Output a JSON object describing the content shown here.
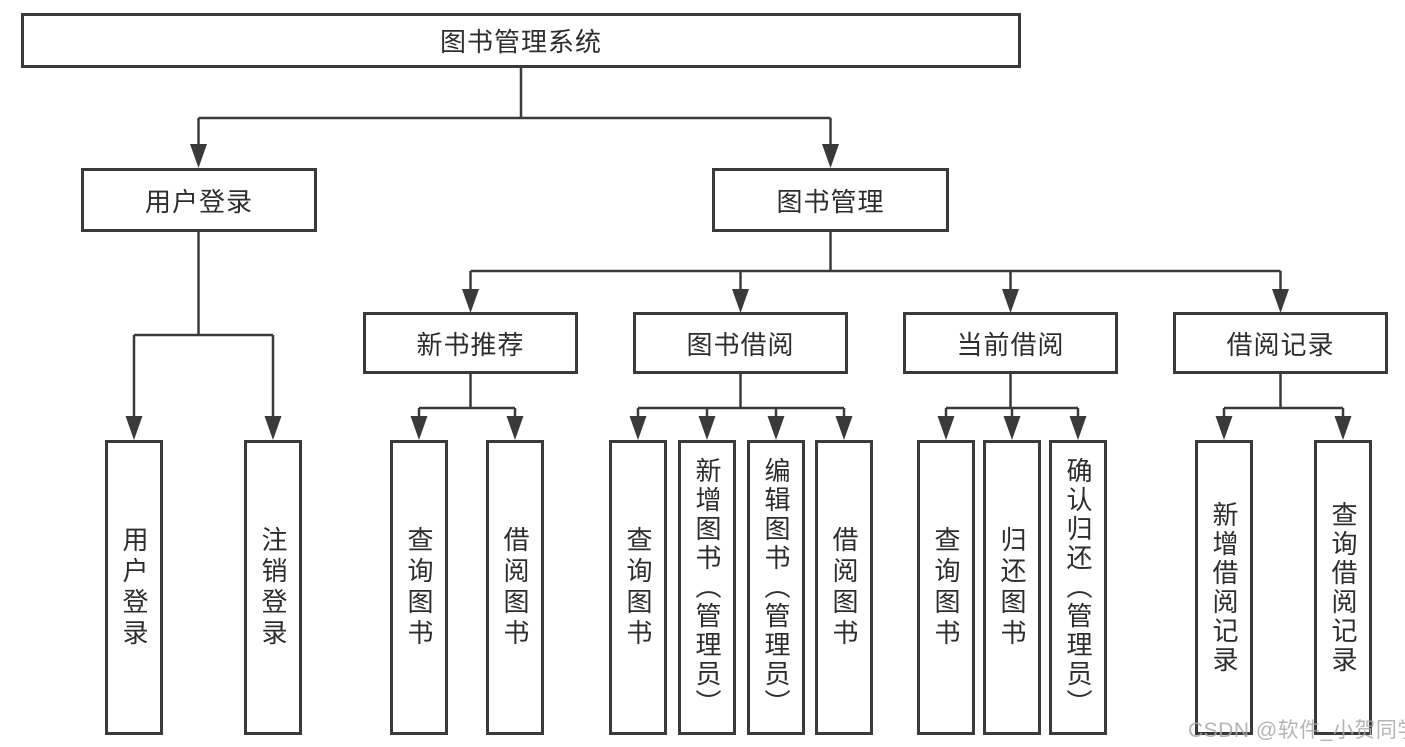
{
  "colors": {
    "line": "#3a3a3a",
    "text": "#2d2d2d",
    "box_background": "#ffffff",
    "page_background": "#ffffff",
    "watermark": "#a8a8a8"
  },
  "tree": {
    "root": {
      "label": "图书管理系统",
      "children": [
        {
          "label": "用户登录",
          "children": [
            {
              "label": "用户登录"
            },
            {
              "label": "注销登录"
            }
          ]
        },
        {
          "label": "图书管理",
          "children": [
            {
              "label": "新书推荐",
              "children": [
                {
                  "label": "查询图书"
                },
                {
                  "label": "借阅图书"
                }
              ]
            },
            {
              "label": "图书借阅",
              "children": [
                {
                  "label": "查询图书"
                },
                {
                  "label": "新增图书（管理员）"
                },
                {
                  "label": "编辑图书（管理员）"
                },
                {
                  "label": "借阅图书"
                }
              ]
            },
            {
              "label": "当前借阅",
              "children": [
                {
                  "label": "查询图书"
                },
                {
                  "label": "归还图书"
                },
                {
                  "label": "确认归还（管理员）"
                }
              ]
            },
            {
              "label": "借阅记录",
              "children": [
                {
                  "label": "新增借阅记录"
                },
                {
                  "label": "查询借阅记录"
                }
              ]
            }
          ]
        }
      ]
    }
  },
  "watermark": {
    "text": "CSDN @软件_小贺同学"
  }
}
